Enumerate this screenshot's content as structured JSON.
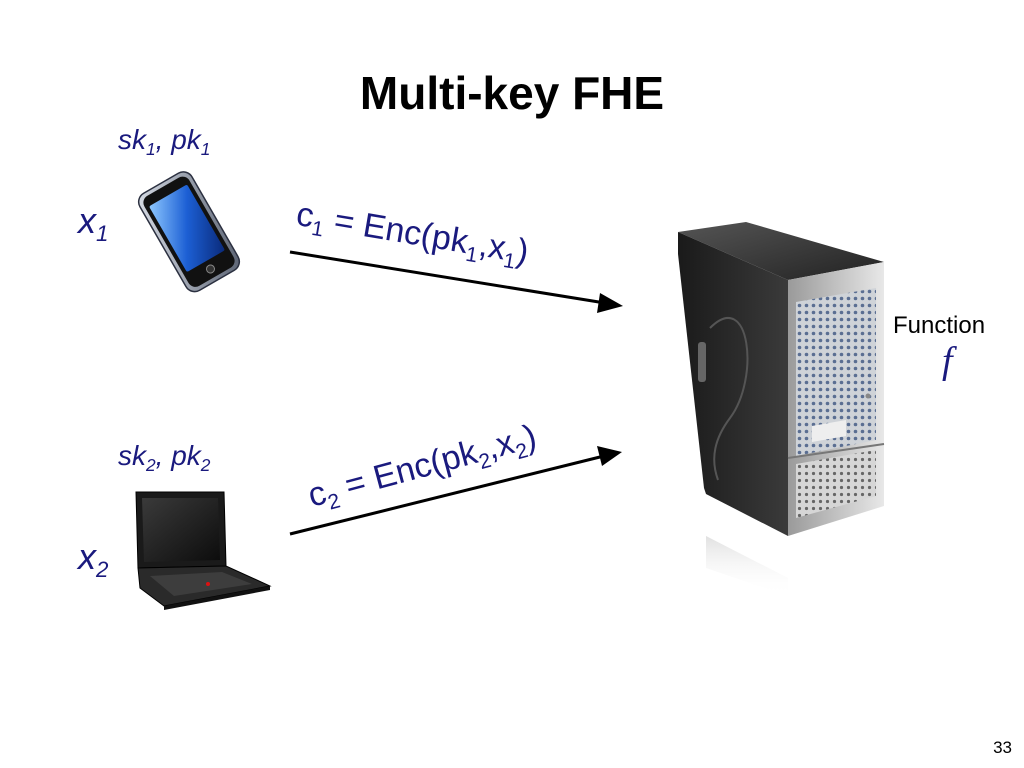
{
  "title": "Multi-key FHE",
  "party1": {
    "keys": {
      "sk": "sk",
      "pk": "pk",
      "sep": ", ",
      "idx": "1"
    },
    "input": {
      "var": "x",
      "idx": "1"
    },
    "device_icon": "smartphone-icon"
  },
  "party2": {
    "keys": {
      "sk": "sk",
      "pk": "pk",
      "sep": ", ",
      "idx": "2"
    },
    "input": {
      "var": "x",
      "idx": "2"
    },
    "device_icon": "laptop-icon"
  },
  "arrow1": {
    "c": "c",
    "idx": "1",
    "eq": " = Enc(pk",
    "comma_x": ",x",
    "close": ")"
  },
  "arrow2": {
    "c": "c",
    "idx": "2",
    "eq": " = Enc(pk",
    "comma_x": ",x",
    "close": ")"
  },
  "server": {
    "icon": "server-tower-icon",
    "function_label": "Function",
    "function_symbol": "f"
  },
  "page_number": "33",
  "colors": {
    "accent": "#1a1a7e",
    "text": "#000000",
    "background": "#ffffff"
  }
}
